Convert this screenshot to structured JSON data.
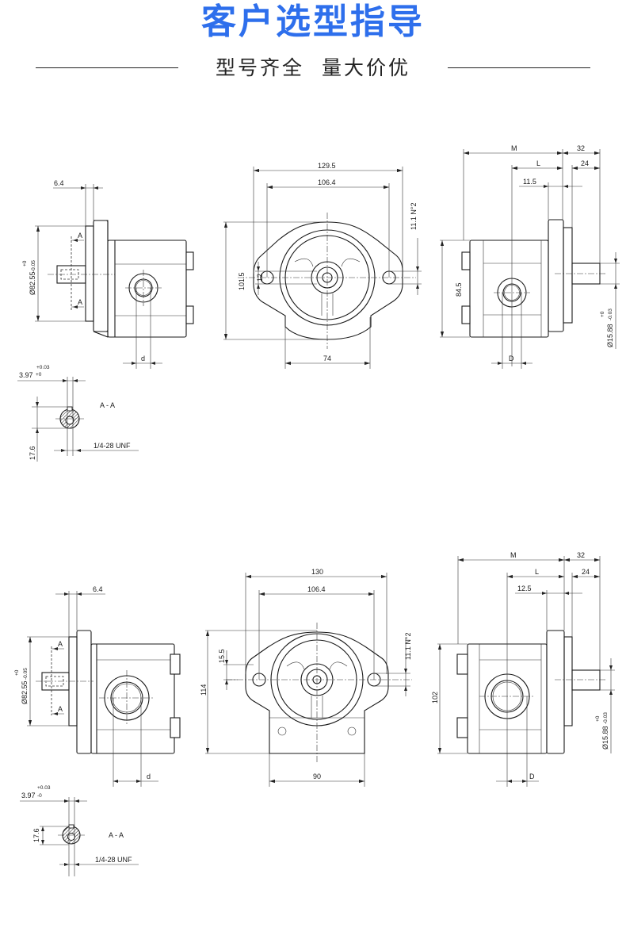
{
  "header": {
    "title": "客户选型指导",
    "subtitle": "型号齐全  量大价优",
    "title_color": "#2e6fec"
  },
  "drawings": [
    {
      "side_left": {
        "flange_thickness": "6.4",
        "pilot_dia": "Ø82.55",
        "pilot_tol_upper": "+0",
        "pilot_tol_lower": "-0.05",
        "section_mark": "A",
        "port": "d"
      },
      "section": {
        "title": "A - A",
        "key_width": "3.97",
        "key_tol_upper": "+0.03",
        "key_tol_lower": "+0",
        "key_height": "17.6",
        "thread": "1/4-28 UNF"
      },
      "front": {
        "width": "129.5",
        "bolt_spacing": "106.4",
        "height": "101.5",
        "offset": "12",
        "hole": "11.1 N°2",
        "boss": "74"
      },
      "side_right": {
        "m": "M",
        "shaft_length": "32",
        "l": "L",
        "key_length": "24",
        "pilot_length": "11.5",
        "height": "84.5",
        "shaft_dia": "Ø15.88",
        "shaft_tol_upper": "+0",
        "shaft_tol_lower": "-0.03",
        "port": "D"
      }
    },
    {
      "side_left": {
        "flange_thickness": "6.4",
        "pilot_dia": "Ø82.55",
        "pilot_tol_upper": "+0",
        "pilot_tol_lower": "-0.05",
        "section_mark": "A",
        "port": "d"
      },
      "section": {
        "title": "A - A",
        "key_width": "3.97",
        "key_tol_upper": "+0.03",
        "key_tol_lower": "-0",
        "key_height": "17.6",
        "thread": "1/4-28 UNF"
      },
      "front": {
        "width": "130",
        "bolt_spacing": "106.4",
        "height": "114",
        "offset": "15.5",
        "hole": "11.1 N°2",
        "boss": "90"
      },
      "side_right": {
        "m": "M",
        "shaft_length": "32",
        "l": "L",
        "key_length": "24",
        "pilot_length": "12.5",
        "height": "102",
        "shaft_dia": "Ø15.88",
        "shaft_tol_upper": "+0",
        "shaft_tol_lower": "-0.03",
        "port": "D"
      }
    }
  ]
}
